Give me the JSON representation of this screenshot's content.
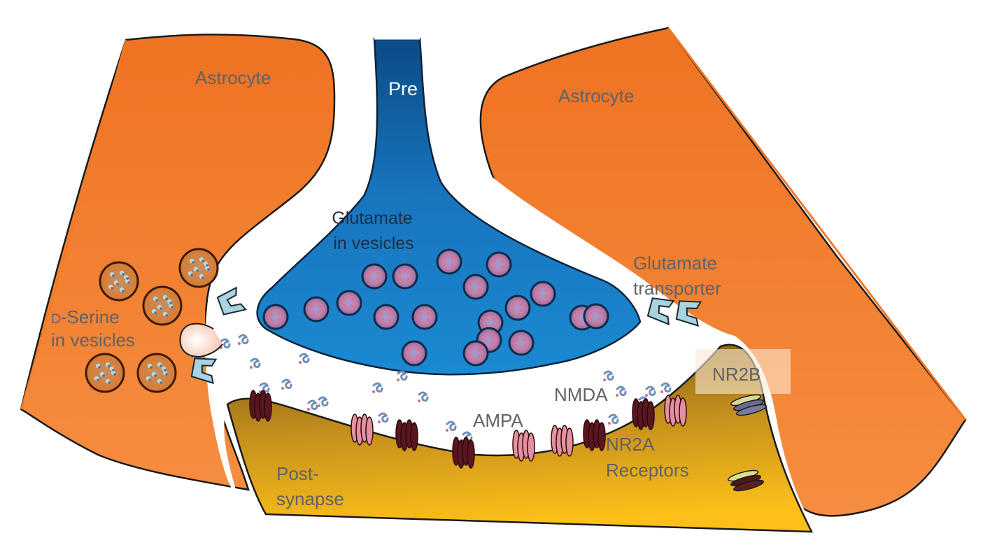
{
  "labels": {
    "astrocyte_left": "Astrocyte",
    "astrocyte_right": "Astrocyte",
    "pre": "Pre",
    "glutamate_vesicles_line1": "Glutamate",
    "glutamate_vesicles_line2": "in vesicles",
    "dserine_prefix": "D",
    "dserine_line1_rest": "-Serine",
    "dserine_line2": "in vesicles",
    "glutamate_transporter_line1": "Glutamate",
    "glutamate_transporter_line2": "transporter",
    "nr2b": "NR2B",
    "nmda": "NMDA",
    "ampa": "AMPA",
    "nr2a": "NR2A",
    "receptors": "Receptors",
    "postsynapse_line1": "Post-",
    "postsynapse_line2": "synapse"
  },
  "colors": {
    "astrocyte": "#f07a28",
    "astrocyte_light": "#f58a3c",
    "presynapse_dark": "#0a4d8c",
    "presynapse": "#1a85cc",
    "postsynapse_top": "#8c6a1c",
    "postsynapse_bottom": "#fbbc16",
    "outline": "#1a1a1a",
    "label": "#5f6266",
    "ampa_receptor": "#e08a9a",
    "nmda_receptor": "#5a1620",
    "transporter": "#a9d3e0",
    "cleft": "#ffffff"
  },
  "elements": {
    "glutamate_vesicle_count": 19,
    "dserine_vesicle_count": 6,
    "transporters": [
      "left-upper",
      "left-lower",
      "right-1",
      "right-2"
    ],
    "receptors": [
      "nmda",
      "ampa",
      "nmda",
      "nmda",
      "ampa",
      "ampa",
      "nmda",
      "nmda",
      "ampa",
      "nr2b",
      "nr2b-lower"
    ]
  }
}
